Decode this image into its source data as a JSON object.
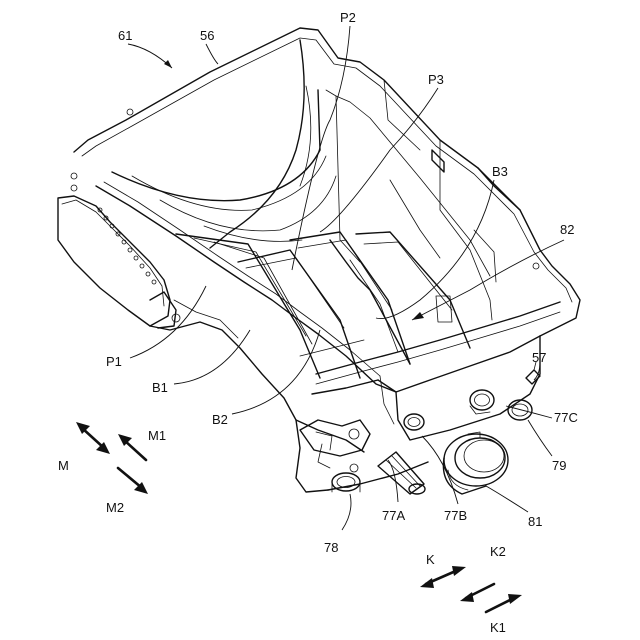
{
  "labels": {
    "l61": "61",
    "l56": "56",
    "lP2": "P2",
    "lP3": "P3",
    "lB3": "B3",
    "l82": "82",
    "lP1": "P1",
    "lB1": "B1",
    "lB2": "B2",
    "l57": "57",
    "l77C": "77C",
    "l79": "79",
    "l77A": "77A",
    "l77B": "77B",
    "l81": "81",
    "l78": "78",
    "lM": "M",
    "lM1": "M1",
    "lM2": "M2",
    "lK": "K",
    "lK2": "K2",
    "lK1": "K1"
  }
}
